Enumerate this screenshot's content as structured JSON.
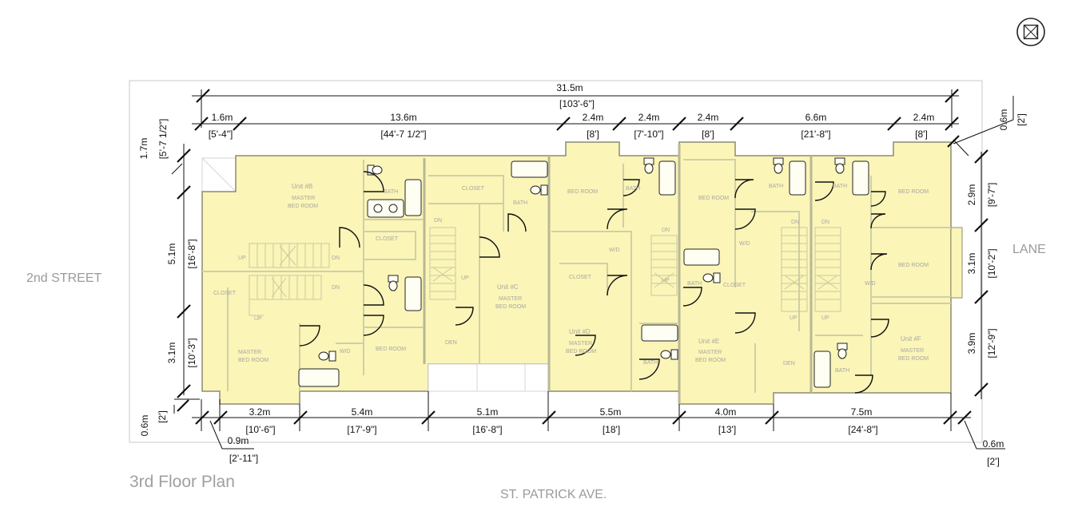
{
  "drawing": {
    "title": "3rd Floor Plan",
    "streets": {
      "west": "2nd STREET",
      "east": "LANE",
      "south": "ST. PATRICK AVE."
    },
    "north_arrow_icon": "north-arrow-icon",
    "colors": {
      "floor_fill": "#fbf5b8",
      "wall": "#cfcfa8",
      "label": "#a8a8a0"
    }
  },
  "dimensions": {
    "top_overall": {
      "m": "31.5m",
      "ft": "[103'-6\"]"
    },
    "top": [
      {
        "m": "1.6m",
        "ft": "[5'-4\"]"
      },
      {
        "m": "13.6m",
        "ft": "[44'-7 1/2\"]"
      },
      {
        "m": "2.4m",
        "ft": "[8']"
      },
      {
        "m": "2.4m",
        "ft": "[7'-10\"]"
      },
      {
        "m": "2.4m",
        "ft": "[8']"
      },
      {
        "m": "6.6m",
        "ft": "[21'-8\"]"
      },
      {
        "m": "2.4m",
        "ft": "[8']"
      }
    ],
    "top_right": {
      "m": "0.6m",
      "ft": "[2']"
    },
    "left": [
      {
        "m": "1.7m",
        "ft": "[5'-7 1/2\"]"
      },
      {
        "m": "5.1m",
        "ft": "[16'-8\"]"
      },
      {
        "m": "3.1m",
        "ft": "[10'-3\"]"
      },
      {
        "m": "0.6m",
        "ft": "[2']"
      }
    ],
    "right": [
      {
        "m": "2.9m",
        "ft": "[9'-7\"]"
      },
      {
        "m": "3.1m",
        "ft": "[10'-2\"]"
      },
      {
        "m": "3.9m",
        "ft": "[12'-9\"]"
      }
    ],
    "bottom": [
      {
        "m": "3.2m",
        "ft": "[10'-6\"]"
      },
      {
        "m": "5.4m",
        "ft": "[17'-9\"]"
      },
      {
        "m": "5.1m",
        "ft": "[16'-8\"]"
      },
      {
        "m": "5.5m",
        "ft": "[18']"
      },
      {
        "m": "4.0m",
        "ft": "[13']"
      },
      {
        "m": "7.5m",
        "ft": "[24'-8\"]"
      }
    ],
    "bottom_left": {
      "m": "0.9m",
      "ft": "[2'-11\"]"
    },
    "bottom_right": {
      "m": "0.6m",
      "ft": "[2']"
    }
  },
  "units": [
    {
      "name": "Unit #B",
      "room": "MASTER",
      "room2": "BED ROOM"
    },
    {
      "name": "Unit #C",
      "room": "MASTER",
      "room2": "BED ROOM"
    },
    {
      "name": "Unit #D",
      "room": "MASTER",
      "room2": "BED ROOM"
    },
    {
      "name": "Unit #E",
      "room": "MASTER",
      "room2": "BED ROOM"
    },
    {
      "name": "Unit #F",
      "room": "MASTER",
      "room2": "BED ROOM"
    }
  ],
  "room_labels": {
    "bath": "BATH",
    "closet": "CLOSET",
    "bed_room": "BED ROOM",
    "master": "MASTER",
    "wd": "W/D",
    "den": "DEN",
    "up": "UP",
    "dn": "DN"
  }
}
